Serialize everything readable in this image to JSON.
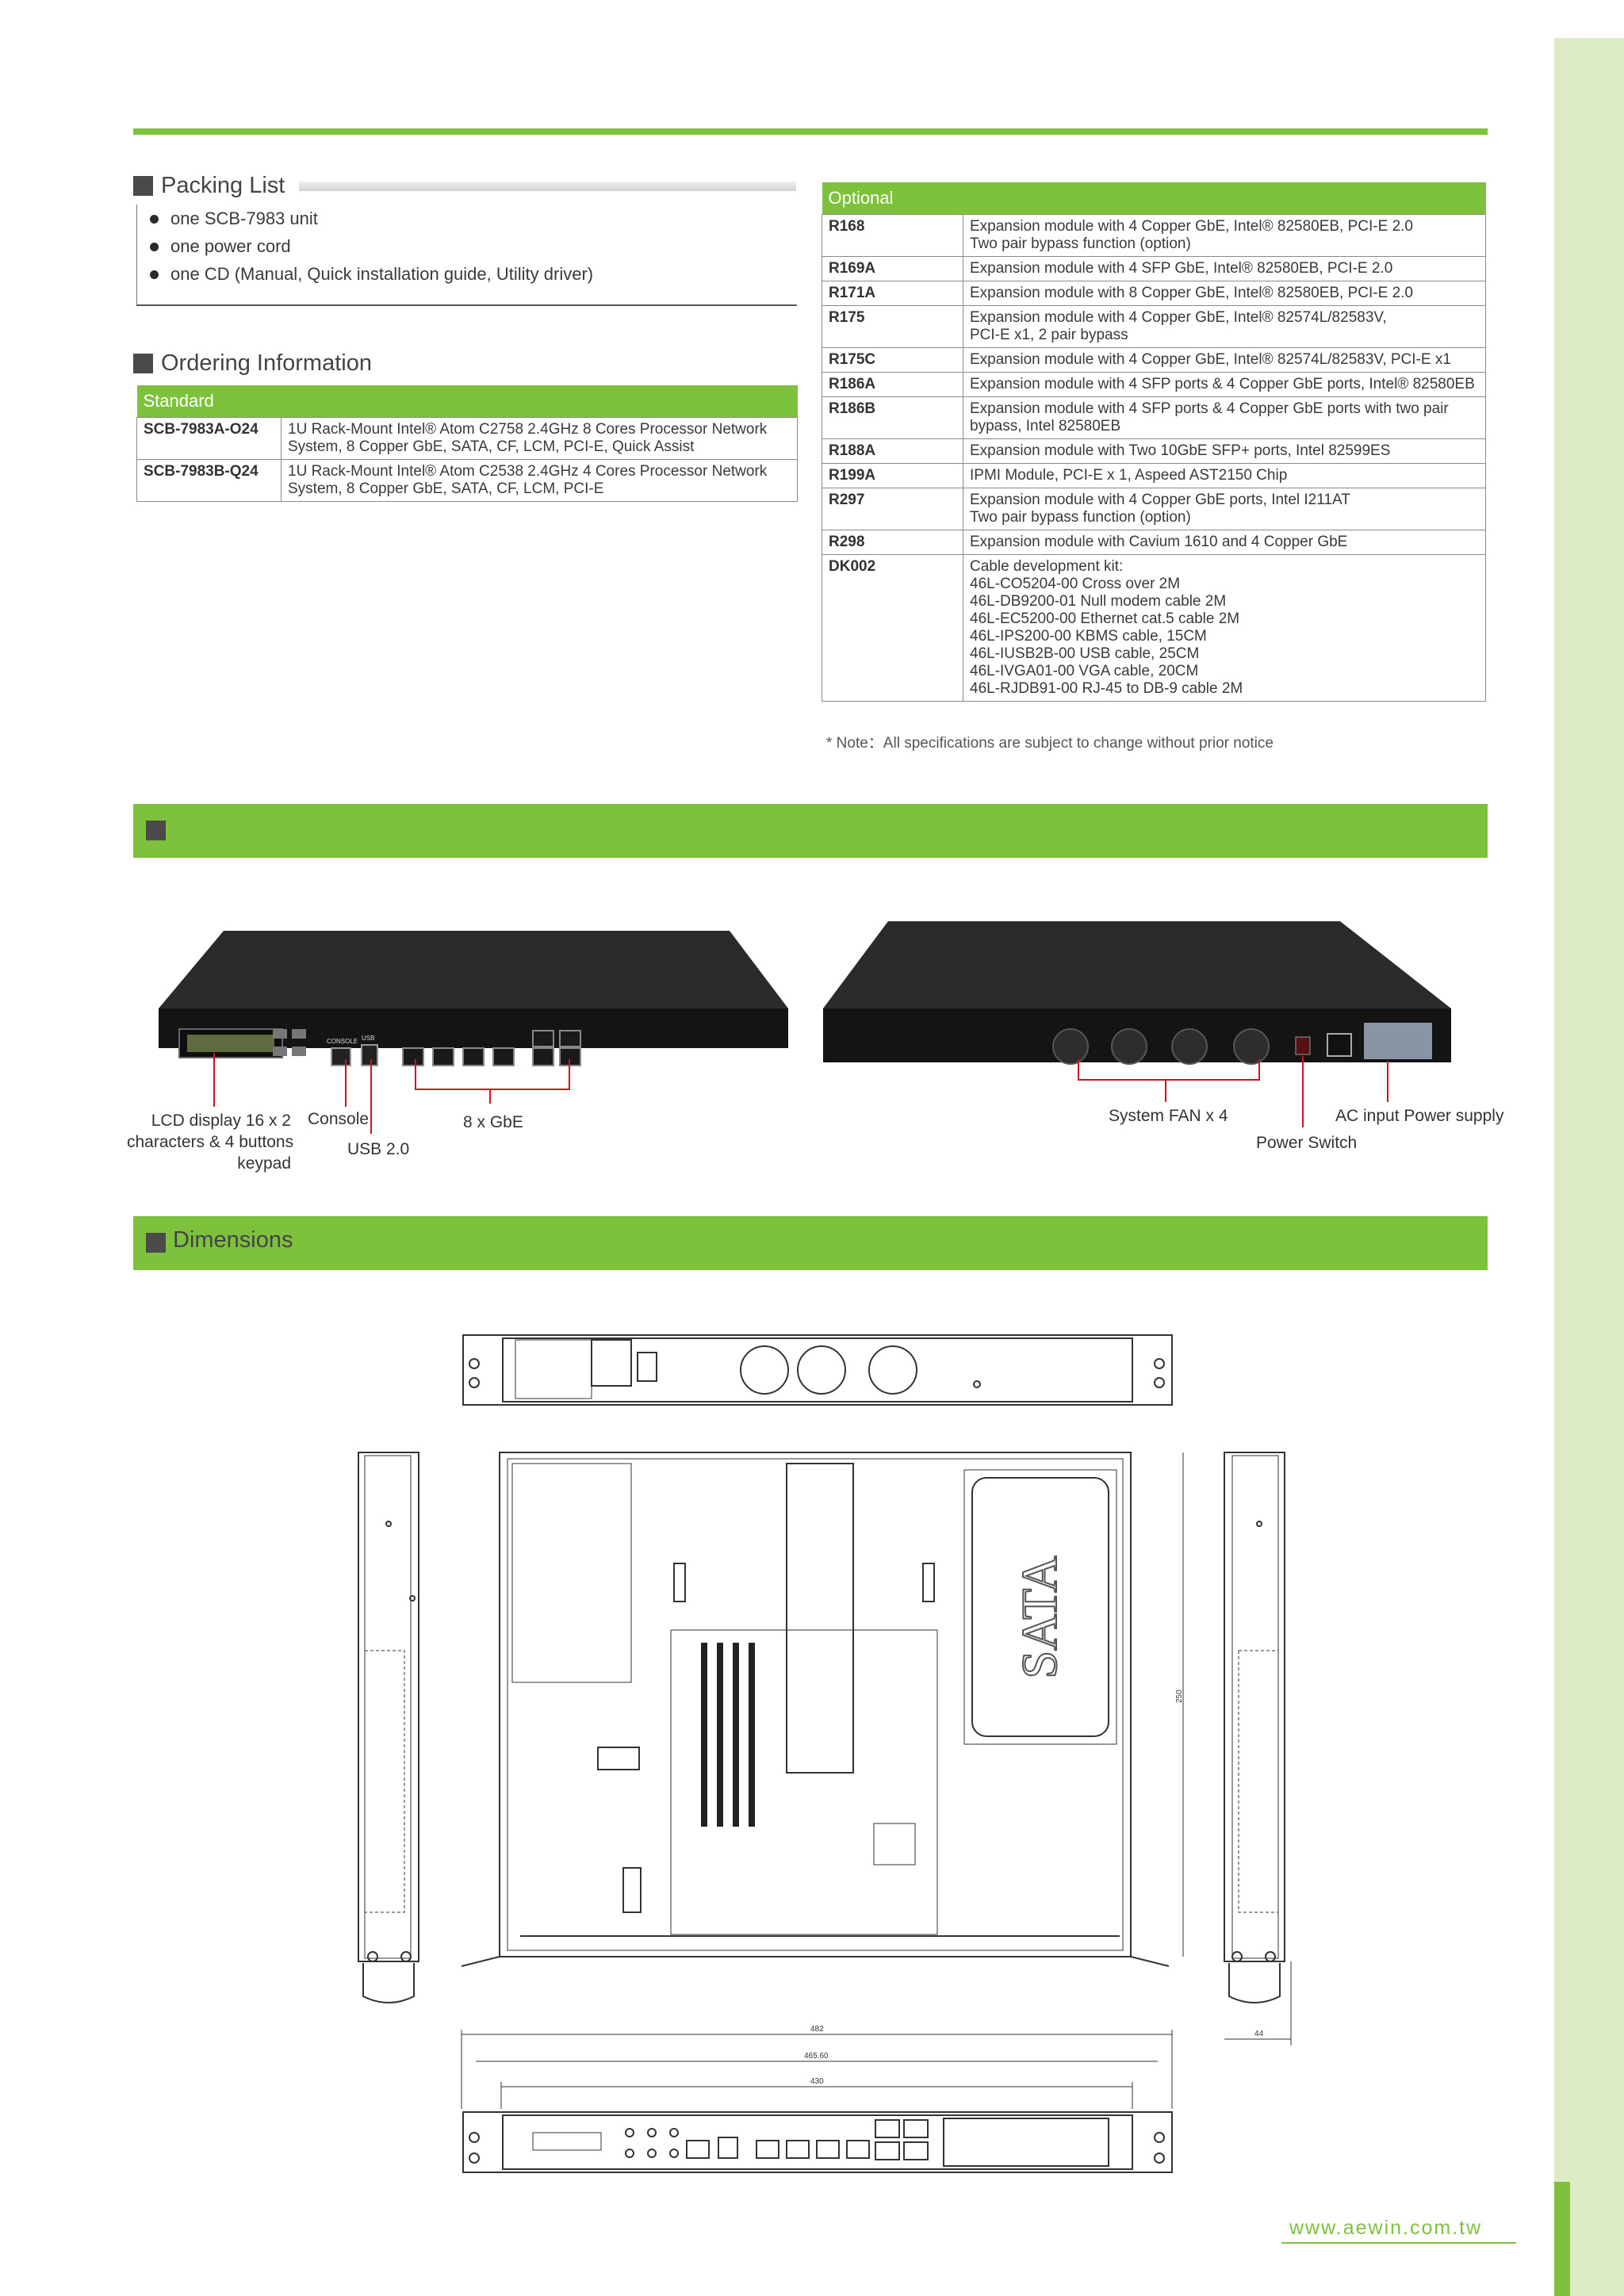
{
  "packing": {
    "title": "Packing List",
    "items": [
      "one SCB-7983 unit",
      "one power cord",
      "one CD (Manual, Quick installation guide, Utility driver)"
    ]
  },
  "ordering": {
    "title": "Ordering Information",
    "standard_header": "Standard",
    "rows": [
      {
        "code": "SCB-7983A-O24",
        "lines": [
          "1U Rack-Mount Intel® Atom C2758 2.4GHz 8 Cores Processor Network",
          "System, 8 Copper GbE, SATA, CF, LCM, PCI-E, Quick Assist"
        ]
      },
      {
        "code": "SCB-7983B-Q24",
        "lines": [
          "1U Rack-Mount Intel® Atom C2538 2.4GHz 4 Cores Processor Network",
          "System, 8 Copper GbE, SATA, CF, LCM, PCI-E"
        ]
      }
    ]
  },
  "optional": {
    "header": "Optional",
    "rows": [
      {
        "code": "R168",
        "lines": [
          "Expansion module with 4 Copper GbE, Intel® 82580EB, PCI-E 2.0",
          "Two pair bypass function (option)"
        ]
      },
      {
        "code": "R169A",
        "lines": [
          "Expansion module with 4 SFP GbE, Intel® 82580EB, PCI-E 2.0"
        ]
      },
      {
        "code": "R171A",
        "lines": [
          "Expansion module with 8 Copper GbE, Intel® 82580EB, PCI-E 2.0"
        ]
      },
      {
        "code": "R175",
        "lines": [
          "Expansion module with 4 Copper GbE, Intel® 82574L/82583V,",
          "PCI-E x1, 2 pair bypass"
        ]
      },
      {
        "code": "R175C",
        "lines": [
          "Expansion module with 4 Copper GbE, Intel® 82574L/82583V, PCI-E x1"
        ]
      },
      {
        "code": "R186A",
        "lines": [
          "Expansion module with 4 SFP ports & 4 Copper GbE ports, Intel® 82580EB"
        ]
      },
      {
        "code": "R186B",
        "lines": [
          "Expansion module with 4 SFP ports & 4 Copper GbE ports with two pair",
          "bypass, Intel 82580EB"
        ]
      },
      {
        "code": "R188A",
        "lines": [
          "Expansion module with Two 10GbE SFP+ ports, Intel 82599ES"
        ]
      },
      {
        "code": "R199A",
        "lines": [
          "IPMI Module, PCI-E x 1, Aspeed AST2150 Chip"
        ]
      },
      {
        "code": "R297",
        "lines": [
          "Expansion module with 4 Copper GbE ports, Intel I211AT",
          "Two pair bypass function (option)"
        ]
      },
      {
        "code": "R298",
        "lines": [
          "Expansion module with Cavium 1610 and 4 Copper GbE"
        ]
      },
      {
        "code": "DK002",
        "lines": [
          "Cable development kit:",
          "46L-CO5204-00 Cross over 2M",
          "46L-DB9200-01 Null modem cable 2M",
          "46L-EC5200-00 Ethernet cat.5 cable 2M",
          "46L-IPS200-00 KBMS cable, 15CM",
          "46L-IUSB2B-00 USB cable, 25CM",
          "46L-IVGA01-00 VGA cable, 20CM",
          "46L-RJDB91-00 RJ-45 to DB-9 cable 2M"
        ]
      }
    ]
  },
  "note": "* Note：All specifications are subject to change without prior notice",
  "front_labels": {
    "lcd": [
      "LCD display 16 x 2",
      "characters & 4 buttons",
      "keypad"
    ],
    "console": "Console",
    "usb": "USB 2.0",
    "gbe": "8 x GbE",
    "front_small_console": "CONSOLE",
    "front_small_usb": "USB"
  },
  "rear_labels": {
    "fans": "System FAN x 4",
    "power_switch": "Power Switch",
    "ac": "AC input Power supply"
  },
  "dimensions": {
    "title": "Dimensions",
    "sata_label": "SATA",
    "dim_482": "482",
    "dim_465": "465.60",
    "dim_430": "430",
    "dim_250": "250",
    "dim_44": "44"
  },
  "website": "www.aewin.com.tw",
  "colors": {
    "accent": "#7dc13c",
    "side": "#dcebc4",
    "chassis": "#1b1b1b",
    "callout": "#d0121c"
  }
}
